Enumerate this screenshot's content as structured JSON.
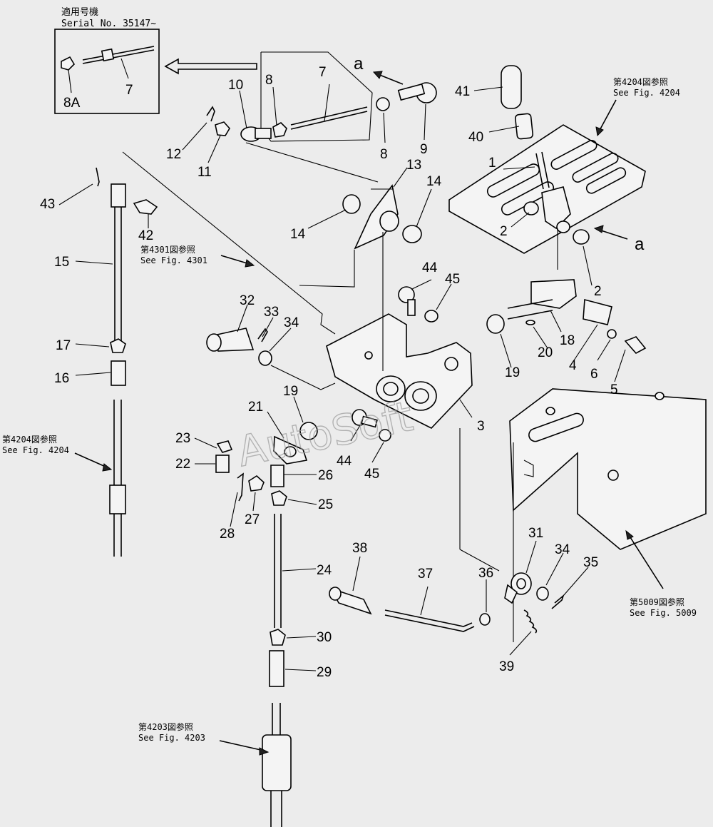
{
  "inset": {
    "jp": "適用号機",
    "serial": "Serial No. 35147~",
    "labels": [
      "8A",
      "7"
    ]
  },
  "refs": {
    "r4204_top": {
      "jp": "第4204図参照",
      "en": "See Fig. 4204"
    },
    "r4301": {
      "jp": "第4301図参照",
      "en": "See Fig. 4301"
    },
    "r4204_left": {
      "jp": "第4204図参照",
      "en": "See Fig. 4204"
    },
    "r4203": {
      "jp": "第4203図参照",
      "en": "See Fig. 4203"
    },
    "r5009": {
      "jp": "第5009図参照",
      "en": "See Fig. 5009"
    }
  },
  "callouts": {
    "p1": "1",
    "p2a": "2",
    "p2b": "2",
    "p3": "3",
    "p4": "4",
    "p5": "5",
    "p6": "6",
    "p7": "7",
    "p8a": "8",
    "p8b": "8",
    "p9": "9",
    "p10": "10",
    "p11": "11",
    "p12": "12",
    "p13": "13",
    "p14a": "14",
    "p14b": "14",
    "p15": "15",
    "p16": "16",
    "p17": "17",
    "p18": "18",
    "p19a": "19",
    "p19b": "19",
    "p20": "20",
    "p21": "21",
    "p22": "22",
    "p23": "23",
    "p24": "24",
    "p25": "25",
    "p26": "26",
    "p27": "27",
    "p28": "28",
    "p29": "29",
    "p30": "30",
    "p31": "31",
    "p32": "32",
    "p33": "33",
    "p34a": "34",
    "p34b": "34",
    "p35": "35",
    "p36": "36",
    "p37": "37",
    "p38": "38",
    "p39": "39",
    "p40": "40",
    "p41": "41",
    "p42": "42",
    "p43": "43",
    "p44a": "44",
    "p44b": "44",
    "p45a": "45",
    "p45b": "45",
    "aTop": "a",
    "aRight": "a"
  },
  "watermark": "AutoSoft",
  "colors": {
    "ink": "#000000",
    "paper": "#ececec",
    "watermark": "#9a9a9a"
  }
}
